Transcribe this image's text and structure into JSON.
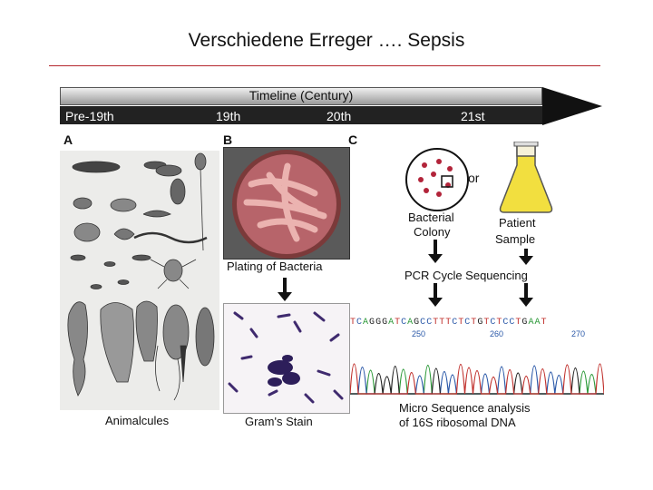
{
  "title": "Verschiedene Erreger …. Sepsis",
  "timeline": {
    "title": "Timeline (Century)",
    "labels": [
      "Pre-19th",
      "19th",
      "20th",
      "21st"
    ]
  },
  "panels": {
    "a": {
      "letter": "A",
      "caption": "Animalcules"
    },
    "b": {
      "letter": "B",
      "caption_top": "Plating of Bacteria",
      "caption_bottom": "Gram's Stain"
    },
    "c": {
      "letter": "C",
      "colony_label_1": "Bacterial",
      "colony_label_2": "Colony",
      "or_label": "or",
      "sample_label_1": "Patient",
      "sample_label_2": "Sample",
      "pcr_label": "PCR Cycle Sequencing",
      "sequence": "TCAGGGATCAGCCTTTCTCTGTCTCCTGAAT",
      "positions": [
        "250",
        "260",
        "270"
      ],
      "analysis_1": "Micro Sequence analysis",
      "analysis_2": "of 16S ribosomal DNA"
    }
  },
  "colors": {
    "rule": "#b5272d",
    "flask": "#f2df3f",
    "colony_dots": "#b2243a",
    "seq_a": "#2e9a3a",
    "seq_c": "#2a58a8",
    "seq_g": "#222222",
    "seq_t": "#c0302c"
  }
}
